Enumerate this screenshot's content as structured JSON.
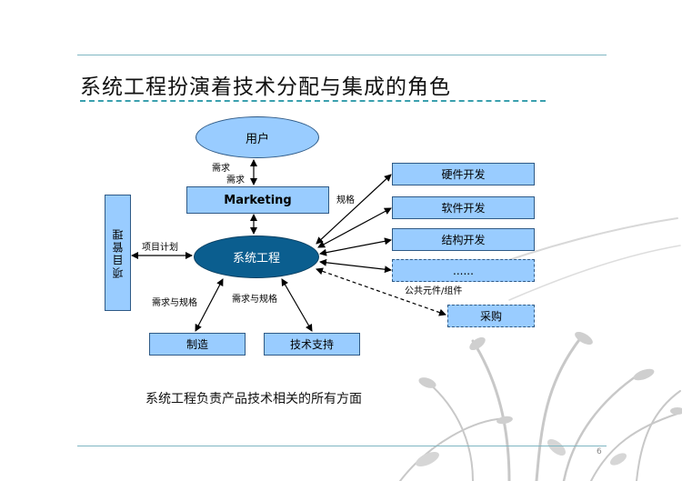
{
  "title": "系统工程扮演着技术分配与集成的角色",
  "caption": "系统工程负责产品技术相关的所有方面",
  "page_number": "6",
  "nodes": {
    "user": "用户",
    "marketing": "Marketing",
    "systems_engineering": "系统工程",
    "project_management": "项目管理",
    "hardware": "硬件开发",
    "software": "软件开发",
    "structure": "结构开发",
    "more": "......",
    "procurement": "采购",
    "manufacturing": "制造",
    "tech_support": "技术支持"
  },
  "edge_labels": {
    "req1": "需求",
    "req2": "需求",
    "spec": "规格",
    "project_plan": "项目计划",
    "req_spec_left": "需求与规格",
    "req_spec_right": "需求与规格",
    "common_parts": "公共元件/组件"
  },
  "colors": {
    "node_fill": "#99ccff",
    "node_border": "#2f5a86",
    "core_fill": "#0b5e8f",
    "rule": "#3aa0ae"
  }
}
